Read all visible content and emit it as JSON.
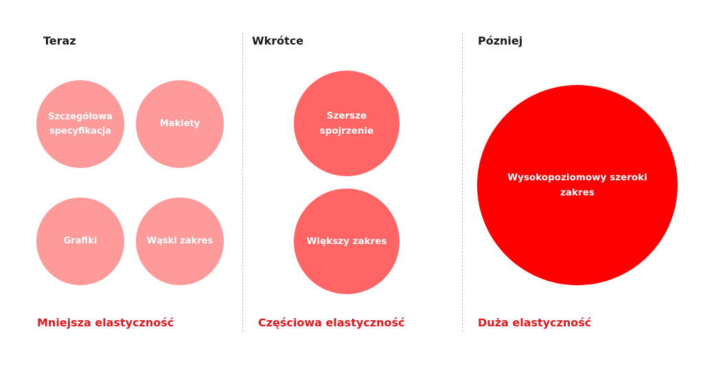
{
  "columns": {
    "now": {
      "heading": "Teraz",
      "footer": "Mniejsza elastyczność",
      "circles": [
        "Szczegółowa specyfikacja",
        "Makiety",
        "Grafiki",
        "Wąski zakres"
      ]
    },
    "soon": {
      "heading": "Wkrótce",
      "footer": "Częściowa elastyczność",
      "circles": [
        "Szersze spojrzenie",
        "Większy zakres"
      ]
    },
    "later": {
      "heading": "Pózniej",
      "footer": "Duża elastyczność",
      "circles": [
        "Wysokopoziomowy szeroki zakres"
      ]
    }
  },
  "colors": {
    "now_circle": "#ff9a9a",
    "soon_circle": "#ff6565",
    "later_circle": "#ff0000",
    "footer_text": "#e8151b"
  }
}
